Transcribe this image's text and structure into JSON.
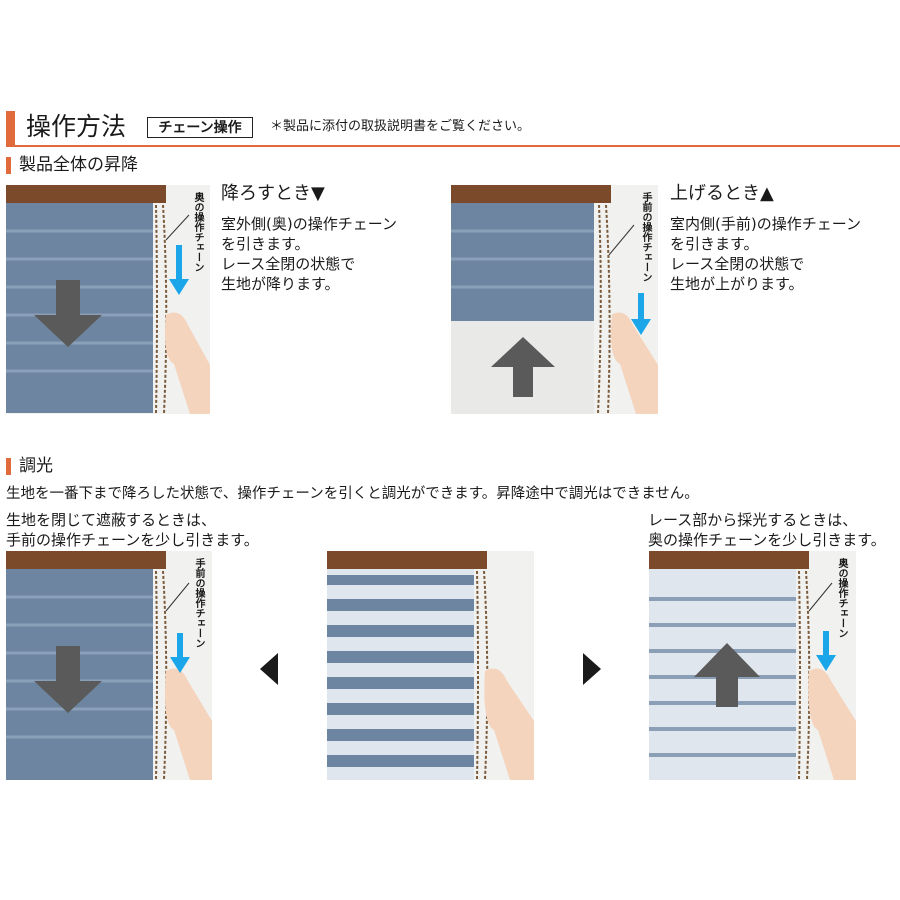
{
  "header": {
    "title": "操作方法",
    "badge": "チェーン操作",
    "note": "＊製品に添付の取扱説明書をご覧ください。"
  },
  "section1": {
    "title": "製品全体の昇降",
    "down": {
      "heading": "降ろすとき▼",
      "lines": [
        "室外側(奥)の操作チェーン",
        "を引きます。",
        "レース全閉の状態で",
        "生地が降ります。"
      ],
      "chain_label": "奥の操作チェーン"
    },
    "up": {
      "heading": "上げるとき▲",
      "lines": [
        "室内側(手前)の操作チェーン",
        "を引きます。",
        "レース全閉の状態で",
        "生地が上がります。"
      ],
      "chain_label": "手前の操作チェーン"
    }
  },
  "section2": {
    "title": "調光",
    "description": "生地を一番下まで降ろした状態で、操作チェーンを引くと調光ができます。昇降途中で調光はできません。",
    "left": {
      "lines": [
        "生地を閉じて遮蔽するときは、",
        "手前の操作チェーンを少し引きます。"
      ],
      "chain_label": "手前の操作チェーン"
    },
    "right": {
      "lines": [
        "レース部から採光するときは、",
        "奥の操作チェーンを少し引きます。"
      ],
      "chain_label": "奥の操作チェーン"
    }
  },
  "colors": {
    "accent": "#e06a3c",
    "fabric": "#6d85a0",
    "sheer": "#dfe6ee",
    "rail": "#7a4a2a",
    "arrow_blue": "#1aa6e8",
    "arrow_gray": "#5a5a5a"
  }
}
